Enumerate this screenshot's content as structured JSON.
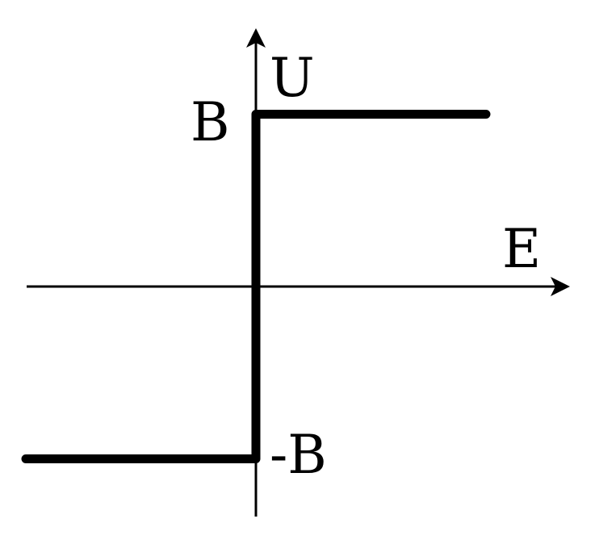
{
  "chart_data": {
    "type": "line",
    "title": "",
    "xlabel": "E",
    "ylabel": "U",
    "grid": false,
    "xlim": [
      -1.33,
      1.8
    ],
    "ylim": [
      -1.35,
      1.4
    ],
    "series": [
      {
        "x": [
          -1.33,
          0,
          0,
          1.33
        ],
        "y": [
          -1,
          -1,
          1,
          1
        ],
        "stroke_color": "#000000"
      }
    ],
    "tick_labels_y": [
      {
        "value": 1,
        "label": "B"
      },
      {
        "value": -1,
        "label": "-B"
      }
    ]
  }
}
